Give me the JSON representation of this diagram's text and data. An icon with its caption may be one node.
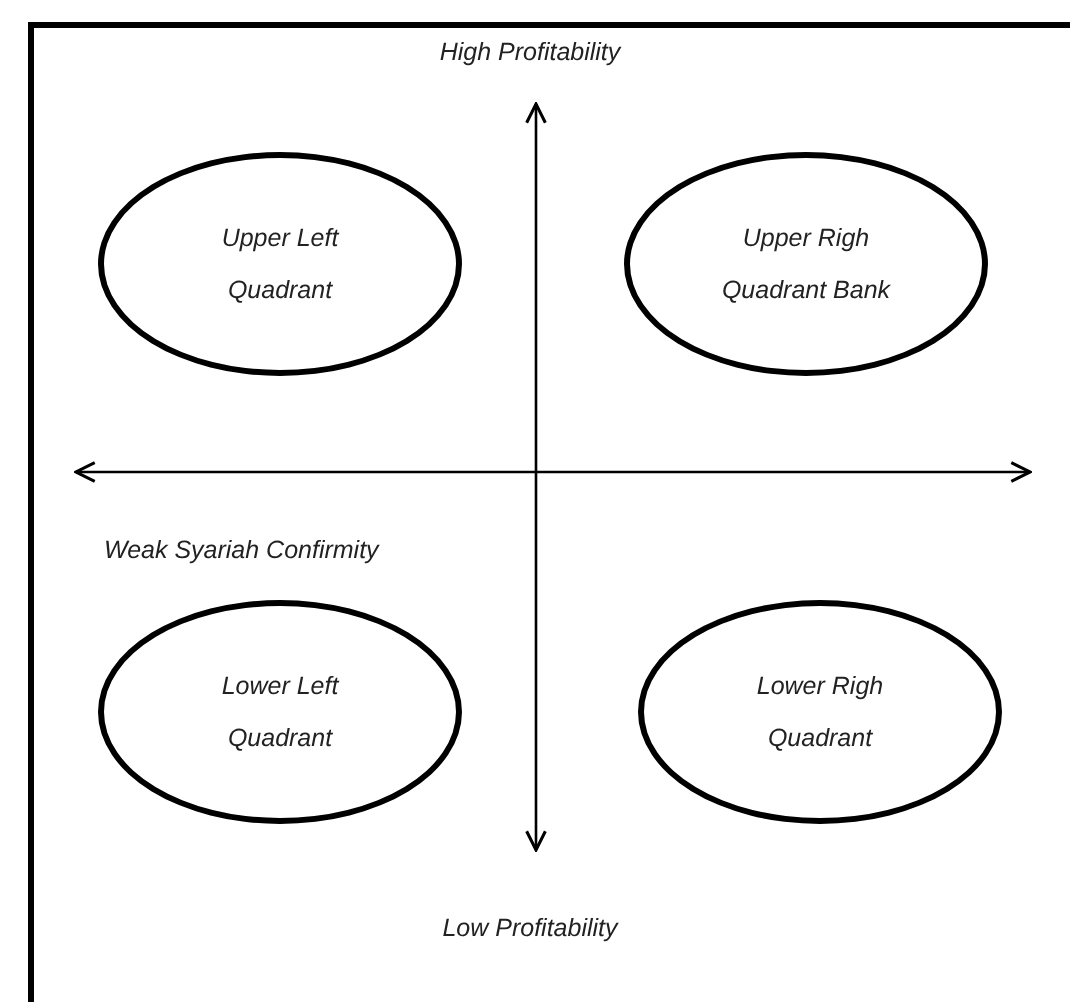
{
  "diagram": {
    "nodes": [
      {
        "text": [
          "Upper Left Quadrant"
        ]
      },
      {
        "text": [
          "Upper Righ Quadrant Bank"
        ]
      },
      {
        "text": [
          "Lower Left Quadrant"
        ]
      },
      {
        "text": [
          "Lower Righ Quadrant"
        ]
      }
    ],
    "edges": [],
    "labels": [
      "High Profitability",
      "Weak Syariah Confirmity",
      "Low Profitability"
    ]
  }
}
